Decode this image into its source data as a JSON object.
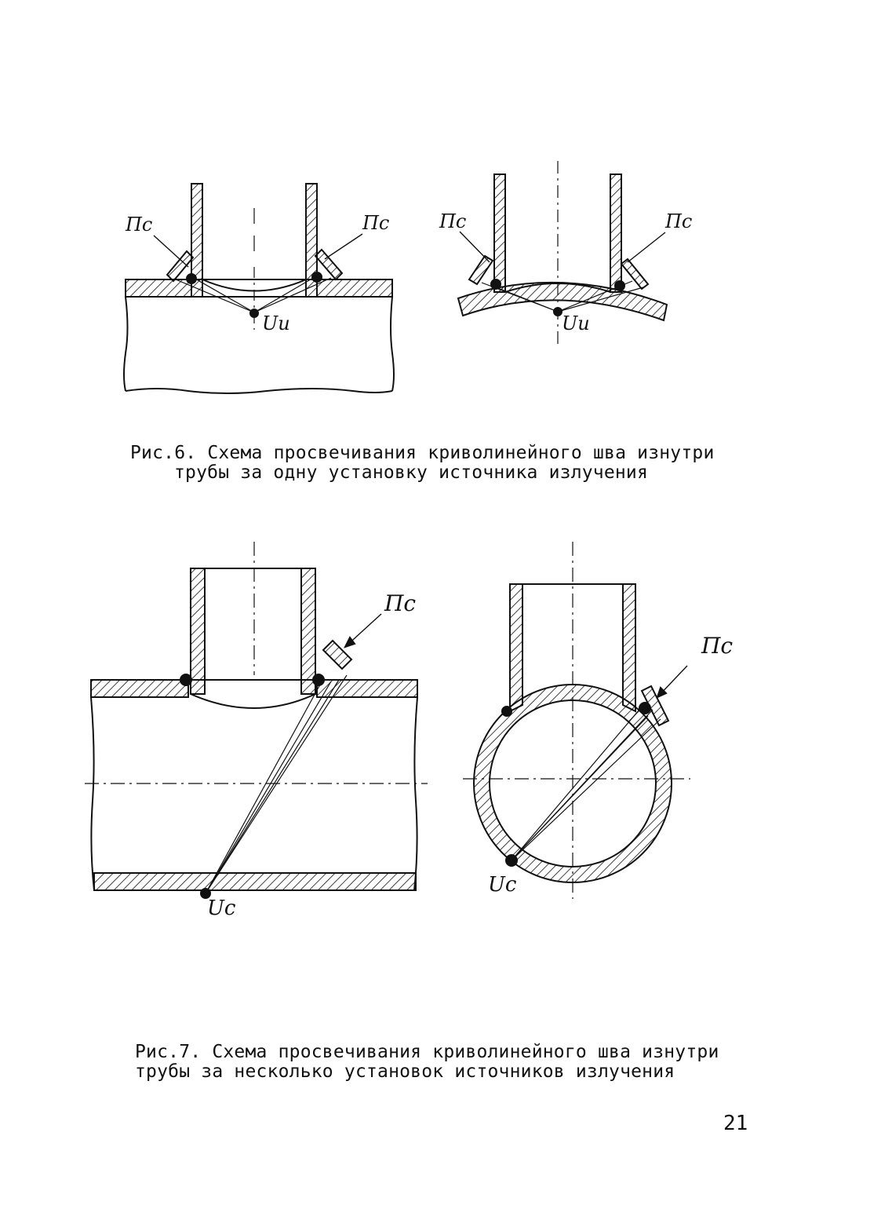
{
  "figure6": {
    "caption_line1": "Рис.6. Схема просвечивания криволинейного шва изнутри",
    "caption_line2": "трубы за одну установку источника излучения",
    "labels": {
      "film": "Пс",
      "source": "Uu"
    }
  },
  "figure7": {
    "caption_line1": "Рис.7. Схема просвечивания криволинейного шва изнутри",
    "caption_line2": "трубы за несколько установок источников излучения",
    "labels": {
      "film": "Пс",
      "source": "Uc"
    }
  },
  "page_number": "21"
}
